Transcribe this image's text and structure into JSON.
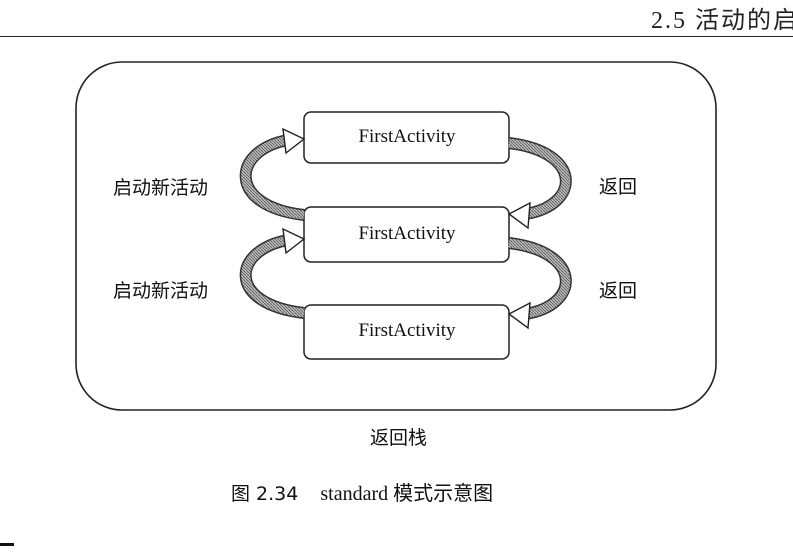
{
  "running_head": "2.5 活动的启",
  "diagram": {
    "activities": [
      "FirstActivity",
      "FirstActivity",
      "FirstActivity"
    ],
    "launch_labels": [
      "启动新活动",
      "启动新活动"
    ],
    "back_labels": [
      "返回",
      "返回"
    ],
    "container_label": "返回栈"
  },
  "figure": {
    "number": "图 2.34",
    "caption": "standard 模式示意图"
  }
}
